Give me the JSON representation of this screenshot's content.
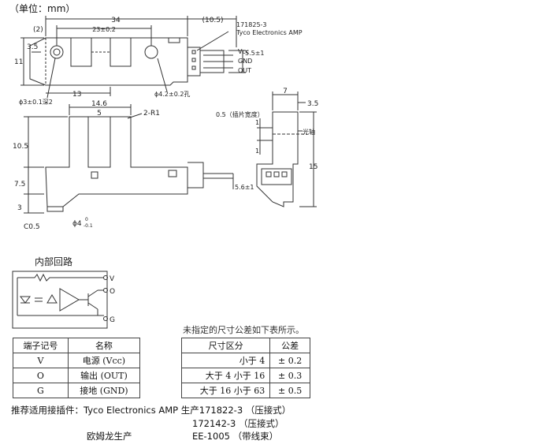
{
  "unit_label": "（单位：mm）",
  "top_view": {
    "dims": {
      "d34": "34",
      "d10_5": "(10.5)",
      "d2": "(2)",
      "d23": "23±0.2",
      "d3_5": "3.5",
      "d11": "11",
      "d13": "13",
      "hole_left": "ϕ3±0.1深2",
      "hole_right": "ϕ4.2±0.2孔",
      "d5_5": "5.5±1"
    },
    "connector_part": "171825-3",
    "connector_maker": "Tyco Electronics AMP",
    "pins": [
      "Vcc",
      "GND",
      "OUT"
    ]
  },
  "front_view": {
    "dims": {
      "d14_6": "14.6",
      "d5": "5",
      "r1": "2-R1",
      "d10_5": "10.5",
      "d7_5": "7.5",
      "d3": "3",
      "c0_5": "C0.5",
      "phi4": "ϕ4",
      "tol_top": "0",
      "tol_bot": "-0.1",
      "d5_6": "5.6±1"
    }
  },
  "side_view": {
    "dims": {
      "d7": "7",
      "d3_5": "3.5",
      "pin_width": "0.5（插片宽度）",
      "optical_axis": "光轴",
      "d1a": "1",
      "d1b": "1",
      "d15": "15"
    }
  },
  "circuit": {
    "title": "内部回路",
    "terminals": [
      "V",
      "O",
      "G"
    ]
  },
  "terminal_table": {
    "headers": [
      "端子记号",
      "名称"
    ],
    "rows": [
      [
        "V",
        "电源 (Vcc)"
      ],
      [
        "O",
        "输出 (OUT)"
      ],
      [
        "G",
        "接地 (GND)"
      ]
    ]
  },
  "tolerance_note": "未指定的尺寸公差如下表所示。",
  "tolerance_table": {
    "headers": [
      "尺寸区分",
      "公差"
    ],
    "rows": [
      [
        "小于 4",
        "± 0.2"
      ],
      [
        "大于 4 小于 16",
        "± 0.3"
      ],
      [
        "大于 16 小于 63",
        "± 0.5"
      ]
    ]
  },
  "footer": {
    "line1": "推荐适用接插件：Tyco Electronics AMP 生产171822-3 （压接式）",
    "line2": "172142-3 （压接式）",
    "line3_label": "欧姆龙生产",
    "line3_value": "EE-1005 （带线束）"
  },
  "colors": {
    "line": "#333333",
    "fill_body": "#ffffff"
  }
}
